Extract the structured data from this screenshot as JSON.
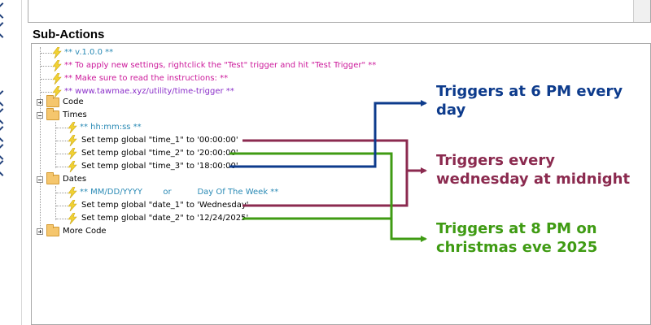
{
  "section_title": "Sub-Actions",
  "colors": {
    "blue_arrow": "#0d3b8c",
    "maroon_arrow": "#8b2a4f",
    "green_arrow": "#3f9b13",
    "comment_teal": "#2a8ab5",
    "comment_magenta": "#cc1a9b",
    "comment_purple": "#8a2fc9",
    "bolt_yellow": "#f2d233"
  },
  "tree": {
    "comments": [
      "** v.1.0.0 **",
      "** To apply new settings, rightclick the \"Test\" trigger and hit \"Test Trigger\" **",
      "** Make sure to read the instructions: **",
      "** www.tawmae.xyz/utility/time-trigger **"
    ],
    "folders": {
      "code": "Code",
      "times": "Times",
      "dates": "Dates",
      "more_code": "More Code"
    },
    "times_items": [
      "** hh:mm:ss **",
      "Set temp global \"time_1\" to '00:00:00'",
      "Set temp global \"time_2\" to '20:00:00'",
      "Set temp global \"time_3\" to '18:00:00'"
    ],
    "dates_items": [
      "** MM/DD/YYYY        or          Day Of The Week **",
      "Set temp global \"date_1\" to 'Wednesday'",
      "Set temp global \"date_2\" to '12/24/2025'"
    ]
  },
  "annotations": {
    "blue": [
      "Triggers at 6 PM every",
      "day"
    ],
    "maroon": [
      "Triggers every",
      "wednesday at midnight"
    ],
    "green": [
      "Triggers at 8 PM on",
      "christmas eve 2025"
    ]
  }
}
